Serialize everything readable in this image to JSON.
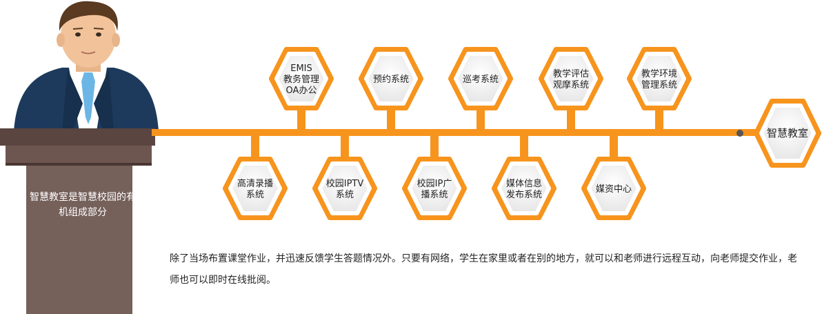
{
  "podium_text": "智慧教室是智慧校园的有机组成部分",
  "hub": {
    "label": "智慧教室"
  },
  "top_nodes": [
    {
      "lines": [
        "EMIS",
        "教务管理",
        "OA办公"
      ]
    },
    {
      "lines": [
        "预约系统"
      ]
    },
    {
      "lines": [
        "巡考系统"
      ]
    },
    {
      "lines": [
        "教学评估",
        "观摩系统"
      ]
    },
    {
      "lines": [
        "教学环境",
        "管理系统"
      ]
    }
  ],
  "bottom_nodes": [
    {
      "lines": [
        "高清录播",
        "系统"
      ]
    },
    {
      "lines": [
        "校园IPTV",
        "系统"
      ]
    },
    {
      "lines": [
        "校园IP广",
        "播系统"
      ]
    },
    {
      "lines": [
        "媒体信息",
        "发布系统"
      ]
    },
    {
      "lines": [
        "媒资中心"
      ]
    }
  ],
  "description": "除了当场布置课堂作业，并迅速反馈学生答题情况外。只要有网络，学生在家里或者在别的地方，就可以和老师进行远程互动，向老师提交作业，老师也可以即时在线批阅。",
  "colors": {
    "orange": "#f7941d",
    "podium": "#6e5650",
    "podium_top": "#5a4540",
    "suit": "#1d3a5c",
    "tie": "#6cb6e6"
  }
}
